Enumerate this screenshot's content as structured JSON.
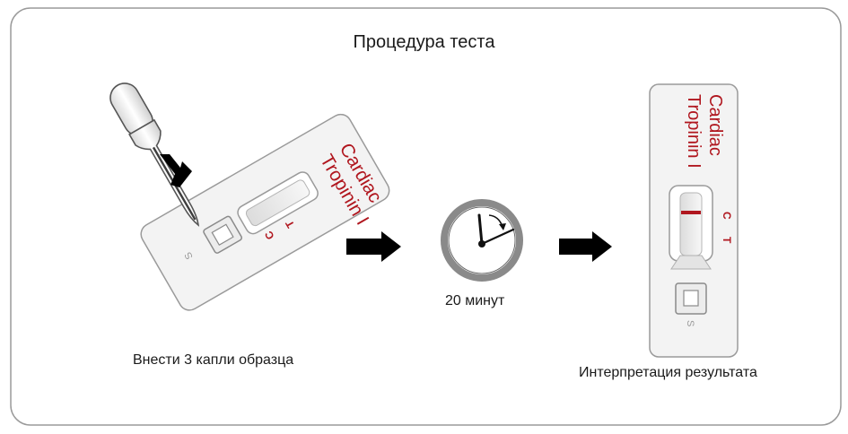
{
  "title": "Процедура теста",
  "steps": [
    {
      "caption": "Внести 3 капли образца"
    },
    {
      "caption": "20 минут"
    },
    {
      "caption": "Интерпретация результата"
    }
  ],
  "cassette": {
    "brand_line1": "Cardiac",
    "brand_line2": "Tropinin I",
    "control_mark": "C",
    "test_mark": "T",
    "sample_mark": "S"
  },
  "colors": {
    "brand_red": "#b0161e",
    "frame": "#999999",
    "cassette_fill": "#f2f2f2",
    "arrow": "#000000",
    "clock_ring": "#8a8a8a"
  },
  "icons": [
    "dropper-icon",
    "drop-arrow-icon",
    "arrow-right-icon",
    "clock-icon"
  ]
}
